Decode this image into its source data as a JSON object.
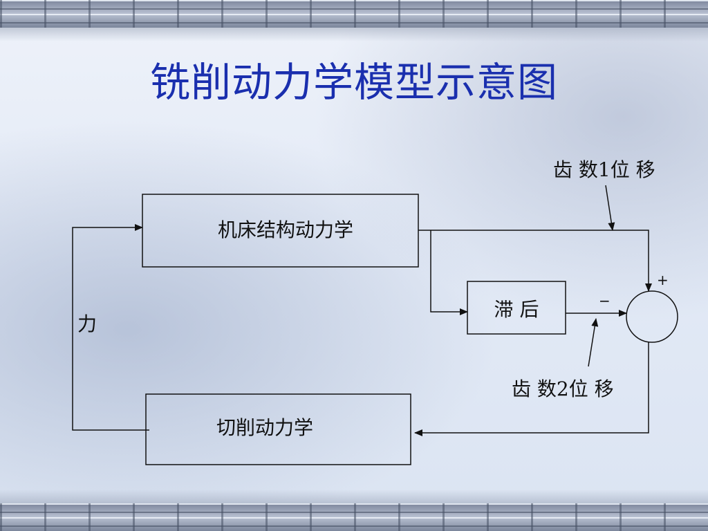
{
  "slide": {
    "title": "铣削动力学模型示意图"
  },
  "diagram": {
    "blocks": {
      "machine_structure": "机床结构动力学",
      "delay": "滞 后",
      "cutting_dynamics": "切削动力学"
    },
    "labels": {
      "force": "力",
      "tooth1_displacement": "齿 数1位 移",
      "tooth2_displacement": "齿 数2位 移"
    },
    "summing_junction": {
      "plus_sign": "+",
      "minus_sign": "−"
    }
  }
}
